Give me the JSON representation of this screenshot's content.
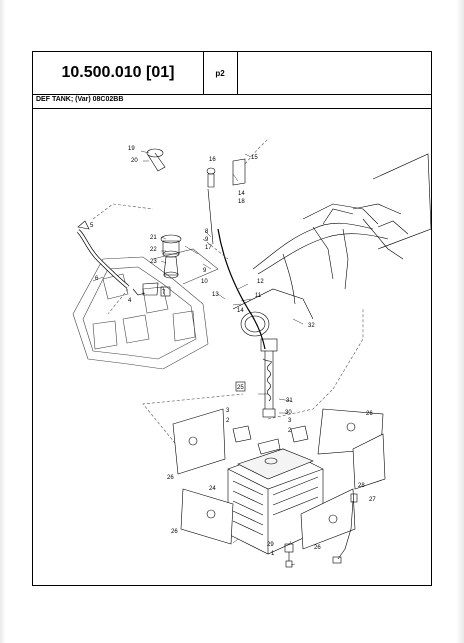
{
  "header": {
    "title": "10.500.010 [01]",
    "page_ref": "p2"
  },
  "subtitle": "DEF TANK; (Var) 08C02BB",
  "callouts": [
    "1",
    "2",
    "3",
    "4",
    "5",
    "6",
    "7",
    "8",
    "9",
    "10",
    "11",
    "12",
    "13",
    "14",
    "15",
    "16",
    "17",
    "18",
    "19",
    "20",
    "21",
    "22",
    "23",
    "24",
    "25",
    "26",
    "27",
    "28",
    "29",
    "30",
    "31",
    "32"
  ]
}
